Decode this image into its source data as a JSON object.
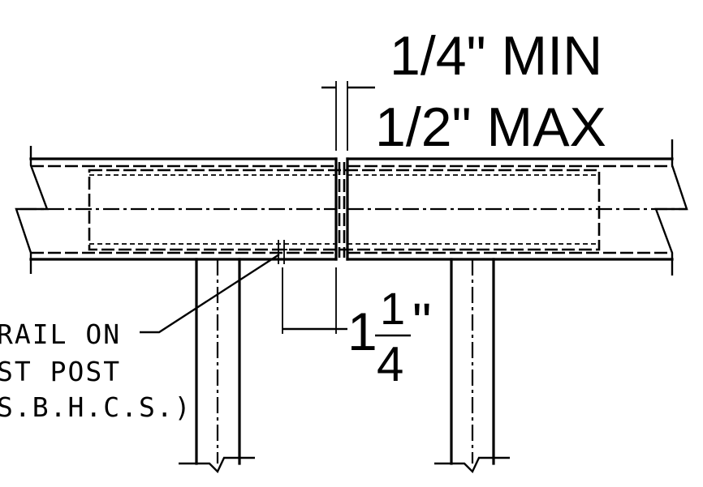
{
  "dimensions": {
    "gap_min": "1/4\" MIN",
    "gap_max": "1/2\" MAX",
    "offset_whole": "1",
    "offset_numerator": "1",
    "offset_denominator": "4",
    "offset_inch": "\""
  },
  "note": {
    "line1": "RAIL ON",
    "line2": "ST POST",
    "line3": "S.B.H.C.S.)"
  }
}
